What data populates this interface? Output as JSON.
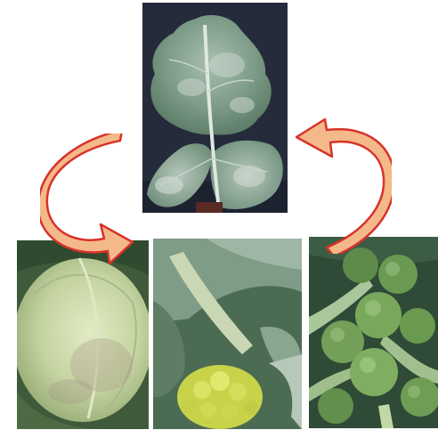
{
  "figure": {
    "panels": [
      {
        "id": "leaf",
        "icon": "infected-brassica-leaf-photo"
      },
      {
        "id": "cabbage",
        "icon": "cabbage-head-photo"
      },
      {
        "id": "romanesco",
        "icon": "romanesco-broccoli-photo"
      },
      {
        "id": "sprouts",
        "icon": "brussels-sprouts-stalk-photo"
      }
    ],
    "arrows": [
      {
        "id": "arrow-left",
        "from": "leaf",
        "to": "cabbage",
        "icon": "curved-arrow-icon"
      },
      {
        "id": "arrow-right",
        "from": "sprouts",
        "to": "leaf",
        "icon": "curved-arrow-icon"
      }
    ],
    "colors": {
      "arrow_fill": "#f4b98a",
      "arrow_stroke": "#d8322a",
      "leaf_background": "#232a3a",
      "leaf_green": "#7fa08a"
    }
  }
}
